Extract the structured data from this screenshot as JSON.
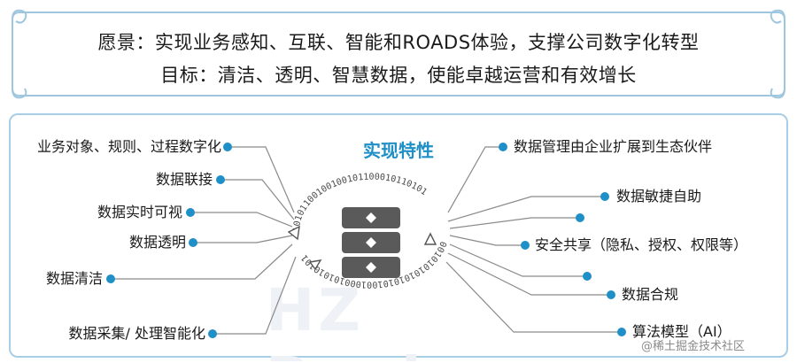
{
  "banner": {
    "vision": "愿景：实现业务感知、互联、智能和ROADS体验，支撑公司数字化转型",
    "goal": "目标：清洁、透明、智慧数据，使能卓越运营和有效增长"
  },
  "panel_title": "实现特性",
  "ring_binary_top": "10101100100100101100010110101",
  "ring_binary_bottom": "001010101010101001000101010101",
  "left_features": [
    "业务对象、规则、过程数字化",
    "数据联接",
    "数据实时可视",
    "数据透明",
    "数据清洁",
    "数据采集/ 处理智能化"
  ],
  "right_features": [
    "数据管理由企业扩展到生态伙伴",
    "数据敏捷自助",
    "",
    "安全共享（隐私、授权、权限等）",
    "",
    "数据合规",
    "算法模型（AI）"
  ],
  "background_watermark": "HZ Books",
  "watermark": "@稀土掘金技术社区",
  "colors": {
    "accent": "#1f8fc7",
    "border": "#a9cde4",
    "server": "#5a5a5a"
  }
}
